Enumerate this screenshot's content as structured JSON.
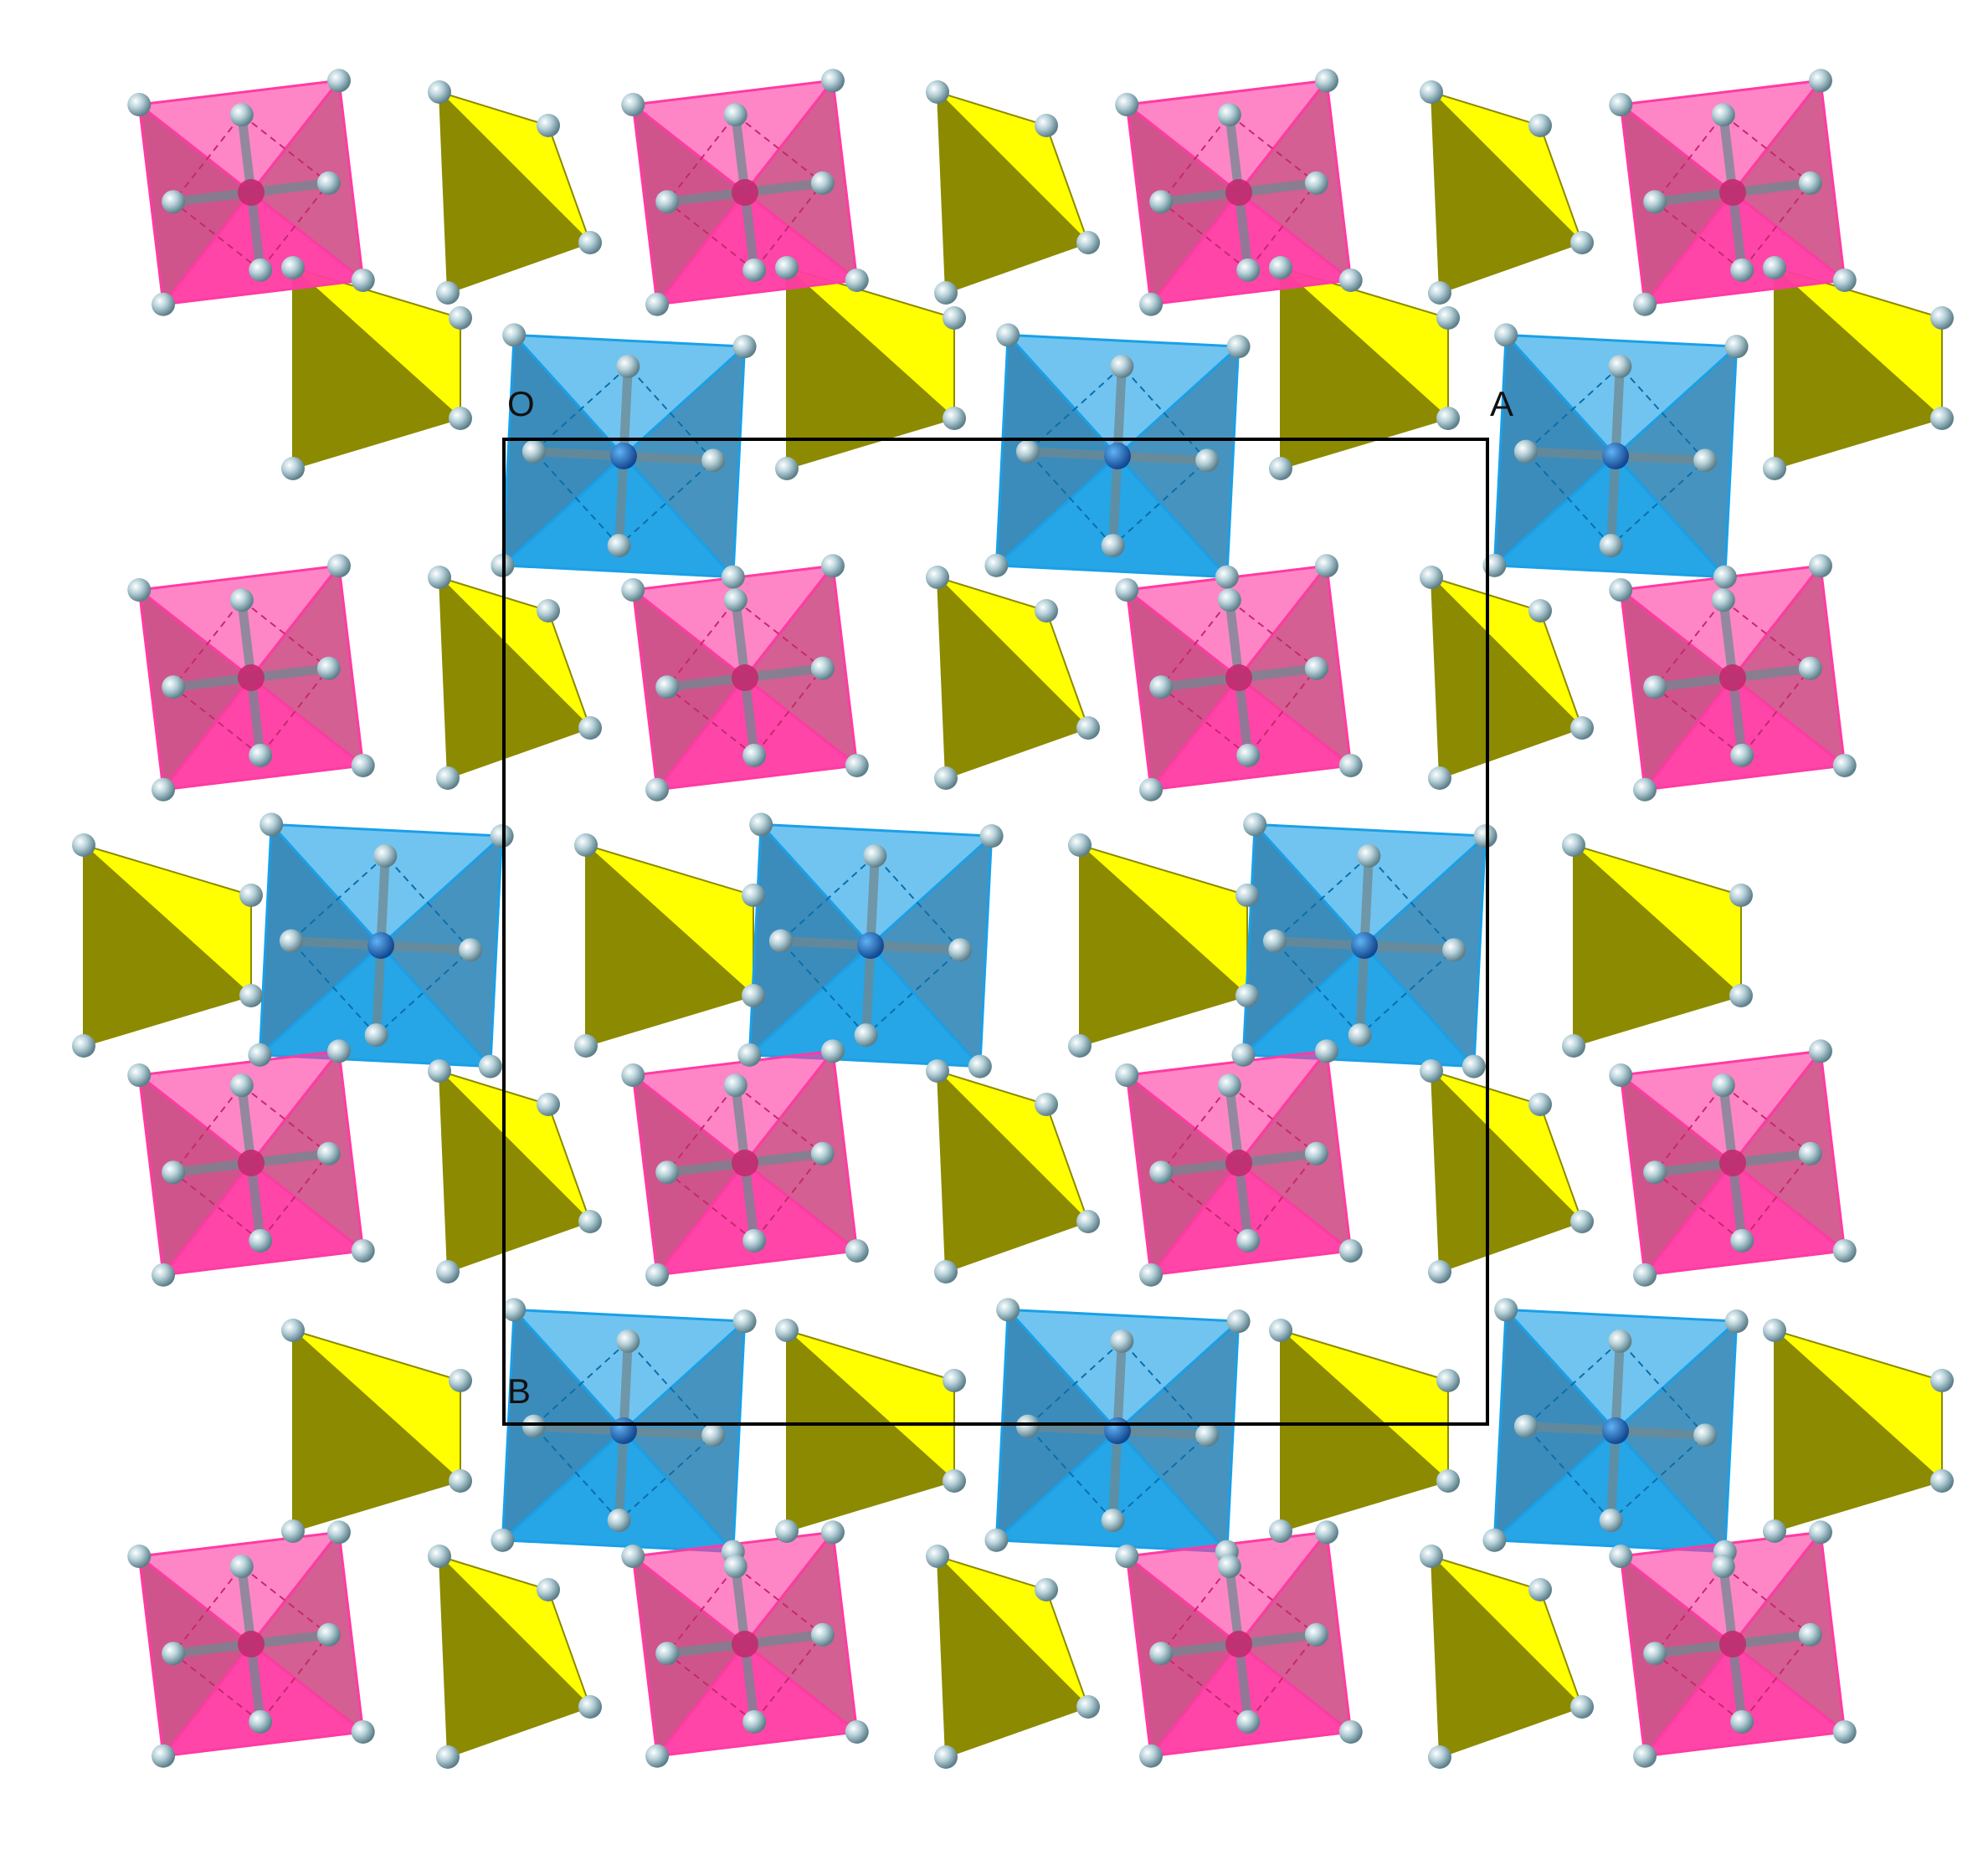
{
  "figure": {
    "unit_cell_labels": {
      "origin": "O",
      "a_axis": "A",
      "b_axis": "B"
    },
    "colors": {
      "pink_octahedron": "#ff3ba3",
      "pink_octahedron_shade": "#c4296f",
      "blue_octahedron": "#1aa0e6",
      "blue_octahedron_shade": "#0a6faa",
      "yellow_tetrahedron": "#ffff00",
      "yellow_tetrahedron_shade": "#8c8a00",
      "oxygen_atom": "#a9c4cc",
      "cell_outline": "#000000",
      "background": "#ffffff"
    }
  }
}
